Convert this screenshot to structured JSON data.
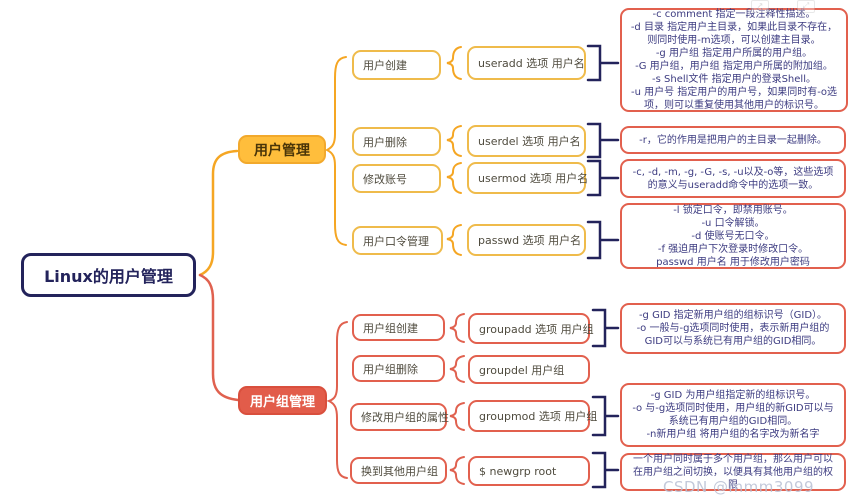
{
  "root": {
    "label": "Linux的用户管理"
  },
  "branches": [
    {
      "label": "用户管理",
      "children": [
        {
          "topic": "用户创建",
          "command": "useradd 选项 用户名",
          "description": "-c comment 指定一段注释性描述。\n-d 目录 指定用户主目录，如果此目录不存在，则同时使用-m选项，可以创建主目录。\n-g 用户组 指定用户所属的用户组。\n-G 用户组，用户组 指定用户所属的附加组。\n-s Shell文件 指定用户的登录Shell。\n-u 用户号 指定用户的用户号，如果同时有-o选项，则可以重复使用其他用户的标识号。"
        },
        {
          "topic": "用户删除",
          "command": "userdel 选项 用户名",
          "description": "-r，它的作用是把用户的主目录一起删除。"
        },
        {
          "topic": "修改账号",
          "command": "usermod 选项 用户名",
          "description": "-c, -d, -m, -g, -G, -s, -u以及-o等，这些选项的意义与useradd命令中的选项一致。"
        },
        {
          "topic": "用户口令管理",
          "command": "passwd 选项 用户名",
          "description": "-l 锁定口令，即禁用账号。\n-u 口令解锁。\n-d 使账号无口令。\n-f 强迫用户下次登录时修改口令。\npasswd 用户名 用于修改用户密码"
        }
      ]
    },
    {
      "label": "用户组管理",
      "children": [
        {
          "topic": "用户组创建",
          "command": "groupadd 选项 用户组",
          "description": "-g GID 指定新用户组的组标识号（GID）。\n-o 一般与-g选项同时使用，表示新用户组的GID可以与系统已有用户组的GID相同。"
        },
        {
          "topic": "用户组删除",
          "command": "groupdel 用户组"
        },
        {
          "topic": "修改用户组的属性",
          "command": "groupmod 选项 用户组",
          "description": "-g GID 为用户组指定新的组标识号。\n-o 与-g选项同时使用，用户组的新GID可以与系统已有用户组的GID相同。\n-n新用户组 将用户组的名字改为新名字"
        },
        {
          "topic": "换到其他用户组",
          "command": "$ newgrp root",
          "description": "一个用户同时属于多个用户组，那么用户可以在用户组之间切换，以便具有其他用户组的权限"
        }
      ]
    }
  ],
  "watermark": "CSDN @mmm3099",
  "colors": {
    "yellow_connector": "#F5A623",
    "yellow_fill": "#FFBE3C",
    "red_connector": "#E0614F",
    "navy": "#23235B",
    "description_text": "#3C3B80"
  }
}
